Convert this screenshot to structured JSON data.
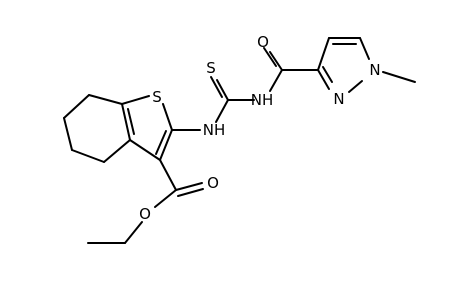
{
  "atoms": {
    "thiophene_s": "S",
    "thioxo_s": "S",
    "thiourea_nh_left": "NH",
    "thiourea_nh_right": "NH",
    "amide_o": "O",
    "pyrazole_n2": "N",
    "pyrazole_n1": "N",
    "ester_carbonyl_o": "O",
    "ester_ether_o": "O"
  }
}
